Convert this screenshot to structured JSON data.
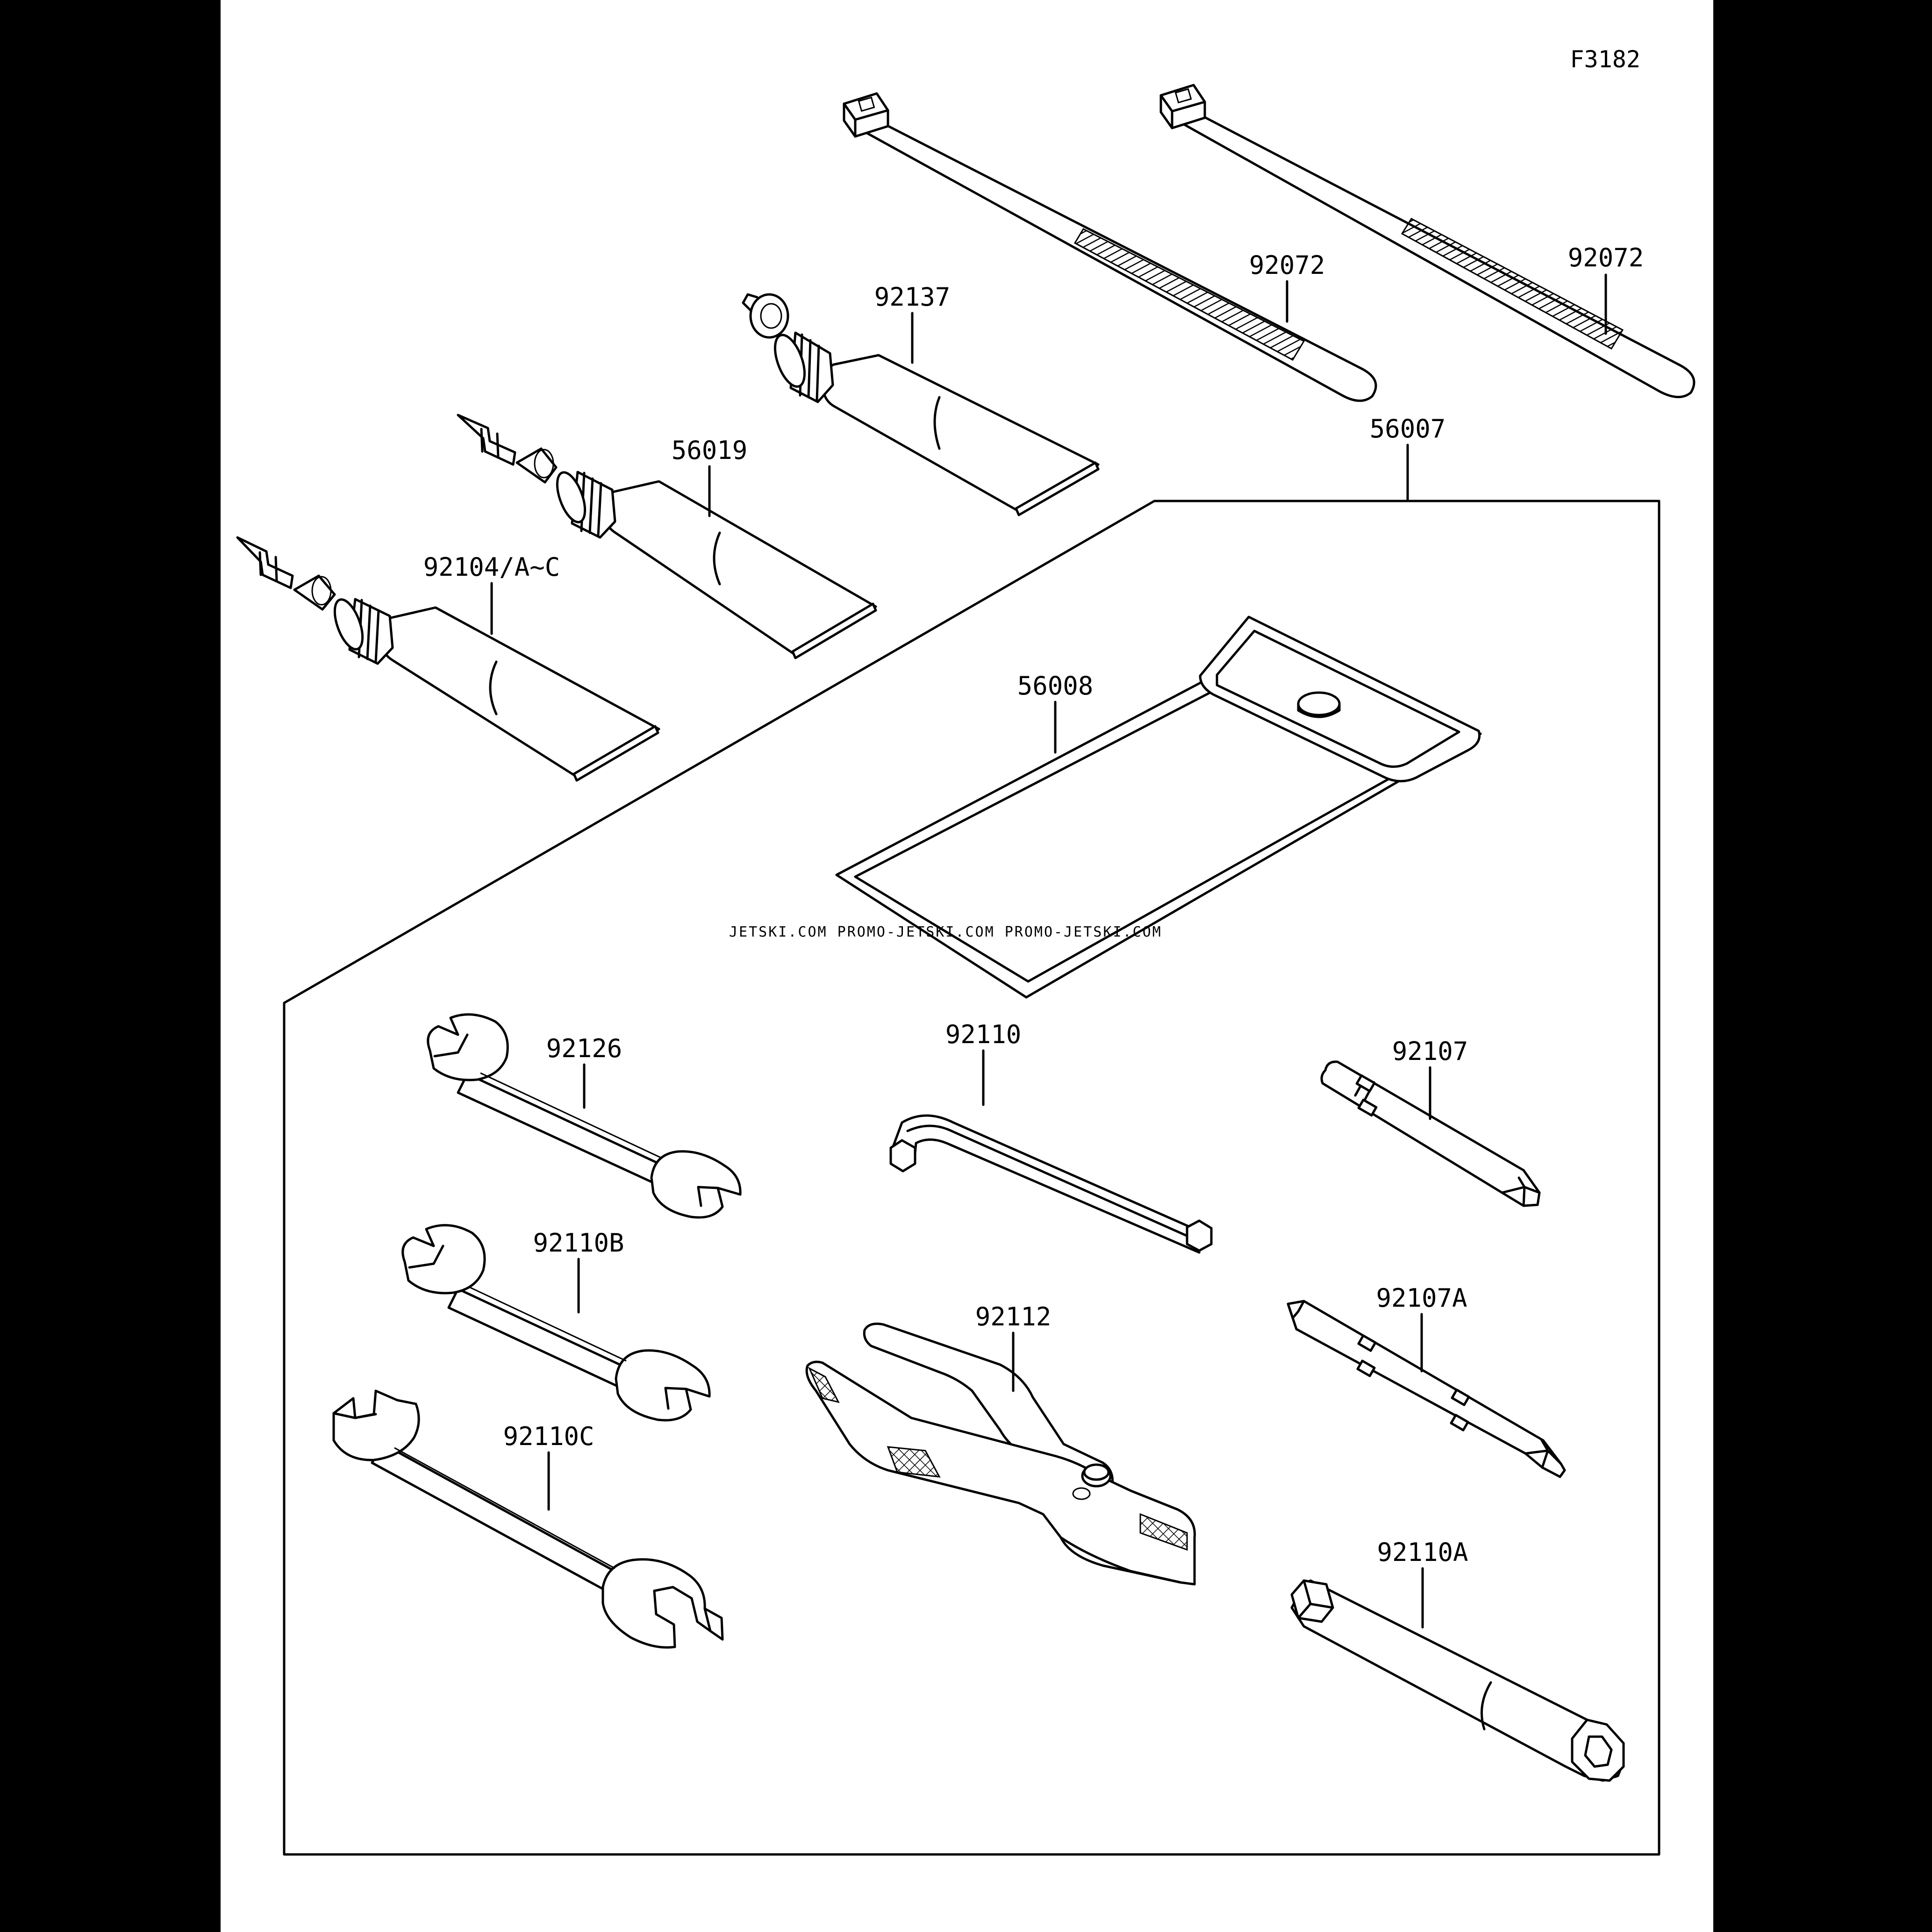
{
  "figure": {
    "code": "F3182",
    "watermark": "JETSKI.COM   PROMO-JETSKI.COM   PROMO-JETSKI.COM"
  },
  "parts": [
    {
      "key": "cable-tie-left",
      "label": "92072"
    },
    {
      "key": "cable-tie-right",
      "label": "92072"
    },
    {
      "key": "grease-tube-top",
      "label": "92137"
    },
    {
      "key": "grease-tube-middle",
      "label": "56019"
    },
    {
      "key": "grease-tube-bottom",
      "label": "92104/A~C"
    },
    {
      "key": "tool-kit",
      "label": "56007"
    },
    {
      "key": "tool-bag",
      "label": "56008"
    },
    {
      "key": "wrench-a",
      "label": "92126"
    },
    {
      "key": "hex-key",
      "label": "92110"
    },
    {
      "key": "screwdriver-bit",
      "label": "92107"
    },
    {
      "key": "wrench-b",
      "label": "92110B"
    },
    {
      "key": "pliers",
      "label": "92112"
    },
    {
      "key": "screwdriver-double",
      "label": "92107A"
    },
    {
      "key": "wrench-c",
      "label": "92110C"
    },
    {
      "key": "socket-wrench",
      "label": "92110A"
    }
  ]
}
